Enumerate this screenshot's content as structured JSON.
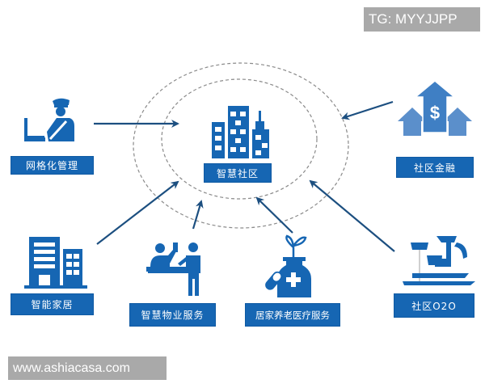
{
  "watermarks": {
    "top": "TG: MYYJJPP",
    "bottom": "www.ashiacasa.com"
  },
  "center": {
    "label": "智慧社区",
    "icon": "city-buildings-icon"
  },
  "nodes": [
    {
      "id": "grid-management",
      "label": "网格化管理",
      "icon": "guard-at-desk-icon",
      "position": "top-left"
    },
    {
      "id": "community-finance",
      "label": "社区金融",
      "icon": "dollar-up-arrows-icon",
      "position": "top-right"
    },
    {
      "id": "smart-home",
      "label": "智能家居",
      "icon": "apartment-buildings-icon",
      "position": "bottom-left"
    },
    {
      "id": "smart-property",
      "label": "智慧物业服务",
      "icon": "reception-desk-icon",
      "position": "bottom-center-left"
    },
    {
      "id": "elderly-care",
      "label": "居家养老医疗服务",
      "icon": "medicine-bottle-icon",
      "position": "bottom-center-right"
    },
    {
      "id": "community-o2o",
      "label": "社区O2O",
      "icon": "tea-set-icon",
      "position": "bottom-right"
    }
  ],
  "colors": {
    "primary": "#1666b3",
    "icon_light": "#3f7fc4",
    "arrow": "#1c4f80",
    "dashed_ring": "#8a8a8a",
    "watermark_bg": "#a9a9a9"
  }
}
